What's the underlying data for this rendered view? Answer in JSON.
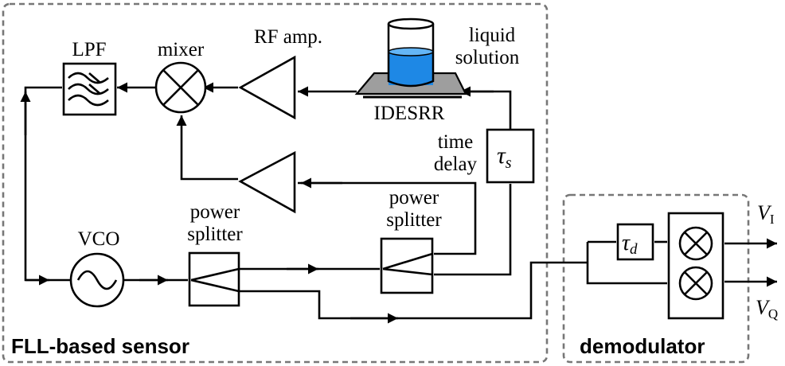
{
  "sections": {
    "fll_label": "FLL-based sensor",
    "demod_label": "demodulator"
  },
  "blocks": {
    "lpf": "LPF",
    "mixer": "mixer",
    "rf_amp": "RF amp.",
    "liquid_line1": "liquid",
    "liquid_line2": "solution",
    "idesrr": "IDESRR",
    "time_line1": "time",
    "delay_line2": "delay",
    "vco": "VCO",
    "splitter1_line1": "power",
    "splitter1_line2": "splitter",
    "splitter2_line1": "power",
    "splitter2_line2": "splitter"
  },
  "symbols": {
    "tau": "τ",
    "tau_s_sub": "s",
    "tau_d_sub": "d",
    "v": "V",
    "vi_sub": "I",
    "vq_sub": "Q"
  },
  "colors": {
    "liquid": "#1e88e5",
    "substrate": "#9e9e9e",
    "dashed_border": "#777777"
  }
}
